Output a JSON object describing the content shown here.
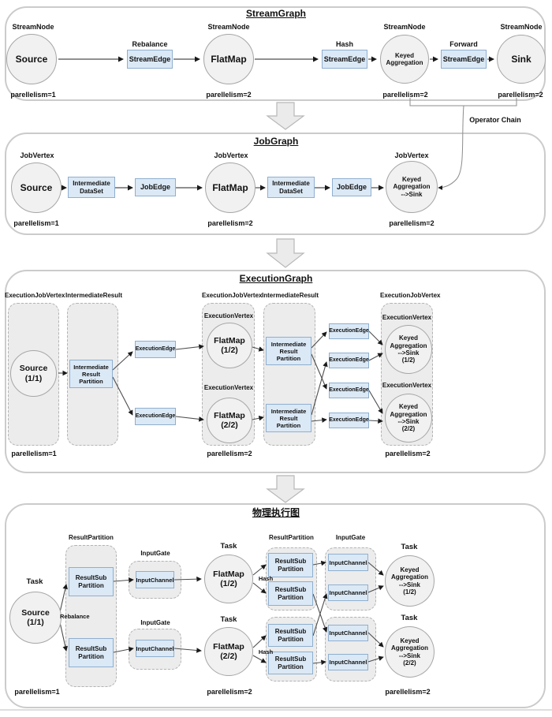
{
  "titles": {
    "stream_graph": "StreamGraph",
    "job_graph": "JobGraph",
    "execution_graph": "ExecutionGraph",
    "physical_graph": "物理执行图"
  },
  "labels": {
    "stream_node": "StreamNode",
    "job_vertex": "JobVertex",
    "execution_job_vertex": "ExecutionJobVertex",
    "intermediate_result": "IntermediateResult",
    "execution_vertex": "ExecutionVertex",
    "result_partition": "ResultPartition",
    "input_gate": "InputGate",
    "task": "Task",
    "operator_chain": "Operator Chain",
    "rebalance": "Rebalance",
    "hash": "Hash",
    "forward": "Forward",
    "parallelism1": "parellelism=1",
    "parallelism2": "parellelism=2"
  },
  "boxes": {
    "stream_edge": "StreamEdge",
    "job_edge": "JobEdge",
    "execution_edge": "ExecutionEdge",
    "intermediate_dataset": "Intermediate\nDataSet",
    "intermediate_result_partition": "Intermediate\nResult\nPartition",
    "result_sub_partition": "ResultSub\nPartition",
    "input_channel": "InputChannel"
  },
  "nodes": {
    "source": "Source",
    "flatmap": "FlatMap",
    "keyed_aggregation": "Keyed\nAggregation",
    "sink": "Sink",
    "keyed_agg_sink": "Keyed\nAggregation\n-->Sink",
    "source_1_1": "Source\n(1/1)",
    "flatmap_1_2": "FlatMap\n(1/2)",
    "flatmap_2_2": "FlatMap\n(2/2)",
    "keyed_agg_sink_1_2": "Keyed\nAggregation\n-->Sink\n(1/2)",
    "keyed_agg_sink_2_2": "Keyed\nAggregation\n-->Sink\n(2/2)"
  },
  "colors": {
    "edge_box_fill": "#dbe9f6",
    "edge_box_border": "#8fafcf",
    "node_fill": "#f1f1f1",
    "node_border": "#a6a6a6",
    "container_fill": "#ececec",
    "container_border": "#b3b3b3",
    "frame_border": "#cbcbcb",
    "connector": "#444444"
  }
}
